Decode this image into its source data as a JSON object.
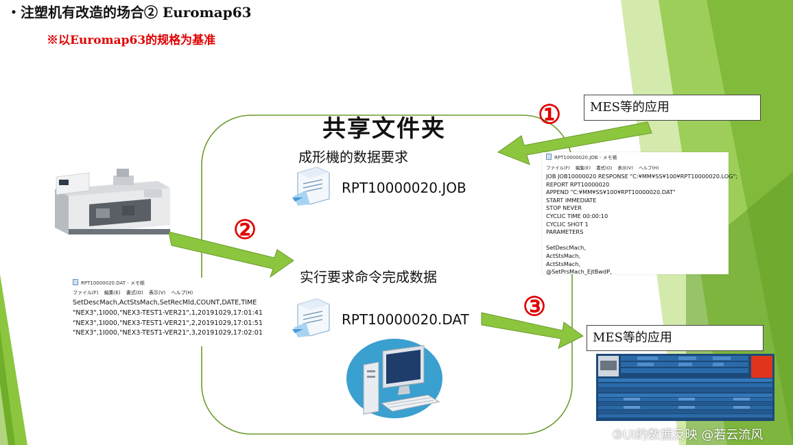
{
  "header": {
    "title": "・注塑机有改造的场合②  Euromap63",
    "subtitle": "※以Euromap63的规格为基准"
  },
  "folder": {
    "title": "共享文件夹",
    "request_label": "成形機的数据要求",
    "request_file": "RPT10000020.JOB",
    "result_label": "实行要求命令完成数据",
    "result_file": "RPT10000020.DAT"
  },
  "steps": {
    "step1": "①",
    "step2": "②",
    "step3": "③"
  },
  "mes": {
    "top_label": "MES等的应用",
    "bottom_label": "MES等的应用"
  },
  "job_notepad": {
    "window_title": "RPT10000020.JOB - メモ帳",
    "menu": "ファイル(F) 編集(E) 書式(O) 表示(V) ヘルプ(H)",
    "lines": [
      "JOB JOB10000020 RESPONSE \"C:¥MM¥SS¥100¥RPT10000020.LOG\";",
      "REPORT RPT10000020",
      "APPEND \"C:¥MM¥SS¥100¥RPT10000020.DAT\"",
      "START IMMEDIATE",
      "STOP NEVER",
      "CYCLIC TIME 00:00:10",
      "CYCLIC SHOT 1",
      "PARAMETERS",
      "",
      "SetDescMach,",
      "ActStsMach,",
      "ActStsMach,",
      "@SetPrsMach_EjtBwdP,"
    ]
  },
  "dat_notepad": {
    "window_title": "RPT10000020.DAT - メモ帳",
    "menu": "ファイル(F) 編集(E) 書式(O) 表示(V) ヘルプ(H)",
    "lines": [
      "SetDescMach,ActStsMach,SetRecMld,COUNT,DATE,TIME",
      "\"NEX3\",1I000,\"NEX3-TEST1-VER21\",1,20191029,17:01:41",
      "\"NEX3\",1I000,\"NEX3-TEST1-VER21\",2,20191029,17:01:51",
      "\"NEX3\",1I000,\"NEX3-TEST1-VER21\",3,20191029,17:02:01"
    ]
  },
  "caption": "③UI的数据反映 @若云流风",
  "colors": {
    "arrow": "#8cc63f",
    "arrow_edge": "#6a9a2a",
    "step_number": "#e00000",
    "subtitle": "#e00000",
    "mes_screen_bg": "#1c4a7a",
    "alarm_red": "#e0341c"
  }
}
